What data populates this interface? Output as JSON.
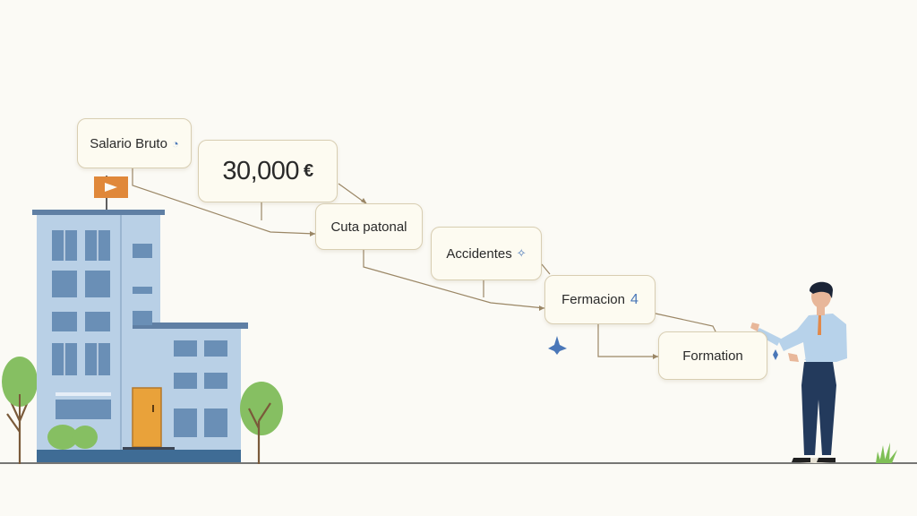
{
  "nodes": {
    "salario": {
      "label": "Salario Bruto",
      "icon": "clock-icon",
      "icon_glyph": "◔"
    },
    "amount": {
      "value": "30,000",
      "currency": "€"
    },
    "cuota": {
      "label": "Cuta patonal"
    },
    "accidentes": {
      "label": "Accidentes",
      "icon": "diamond-icon",
      "icon_glyph": "✧"
    },
    "fermacion": {
      "label": "Fermacion",
      "marker": "4"
    },
    "formation": {
      "label": "Formation"
    }
  },
  "colors": {
    "background": "#fbfaf5",
    "card_fill": "#fdfbf1",
    "card_border": "#d8ceb2",
    "connector": "#9b8766",
    "building": "#b9d0e6",
    "window": "#6a8fb6",
    "door": "#e9a23a",
    "flag": "#e0883a",
    "tree": "#86bf62",
    "accent_icon": "#4a77b8"
  }
}
